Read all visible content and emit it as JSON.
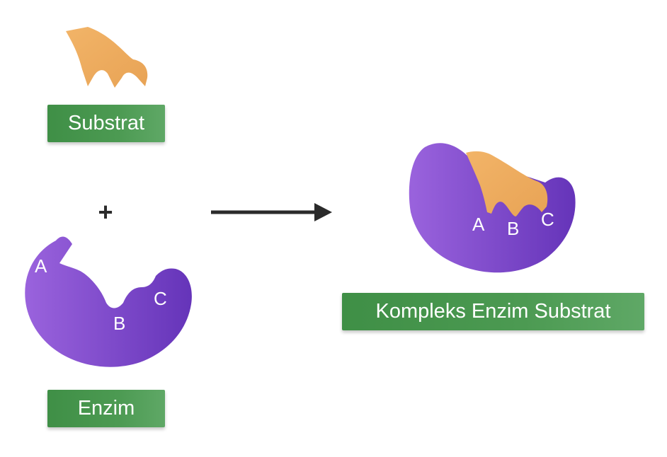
{
  "labels": {
    "substrat": "Substrat",
    "enzim": "Enzim",
    "kompleks": "Kompleks Enzim Substrat"
  },
  "symbols": {
    "plus": "+"
  },
  "enzyme_sites": {
    "a": "A",
    "b": "B",
    "c": "C"
  },
  "complex_sites": {
    "a": "A",
    "b": "B",
    "c": "C"
  },
  "colors": {
    "substrate": "#eeab5e",
    "enzyme_light": "#9560da",
    "enzyme_dark": "#6a38bd",
    "label_green": "#3f8f46",
    "arrow": "#2b2b2b"
  },
  "icons": [
    "substrate-shape",
    "enzyme-shape",
    "enzyme-substrate-complex-shape",
    "reaction-arrow"
  ]
}
